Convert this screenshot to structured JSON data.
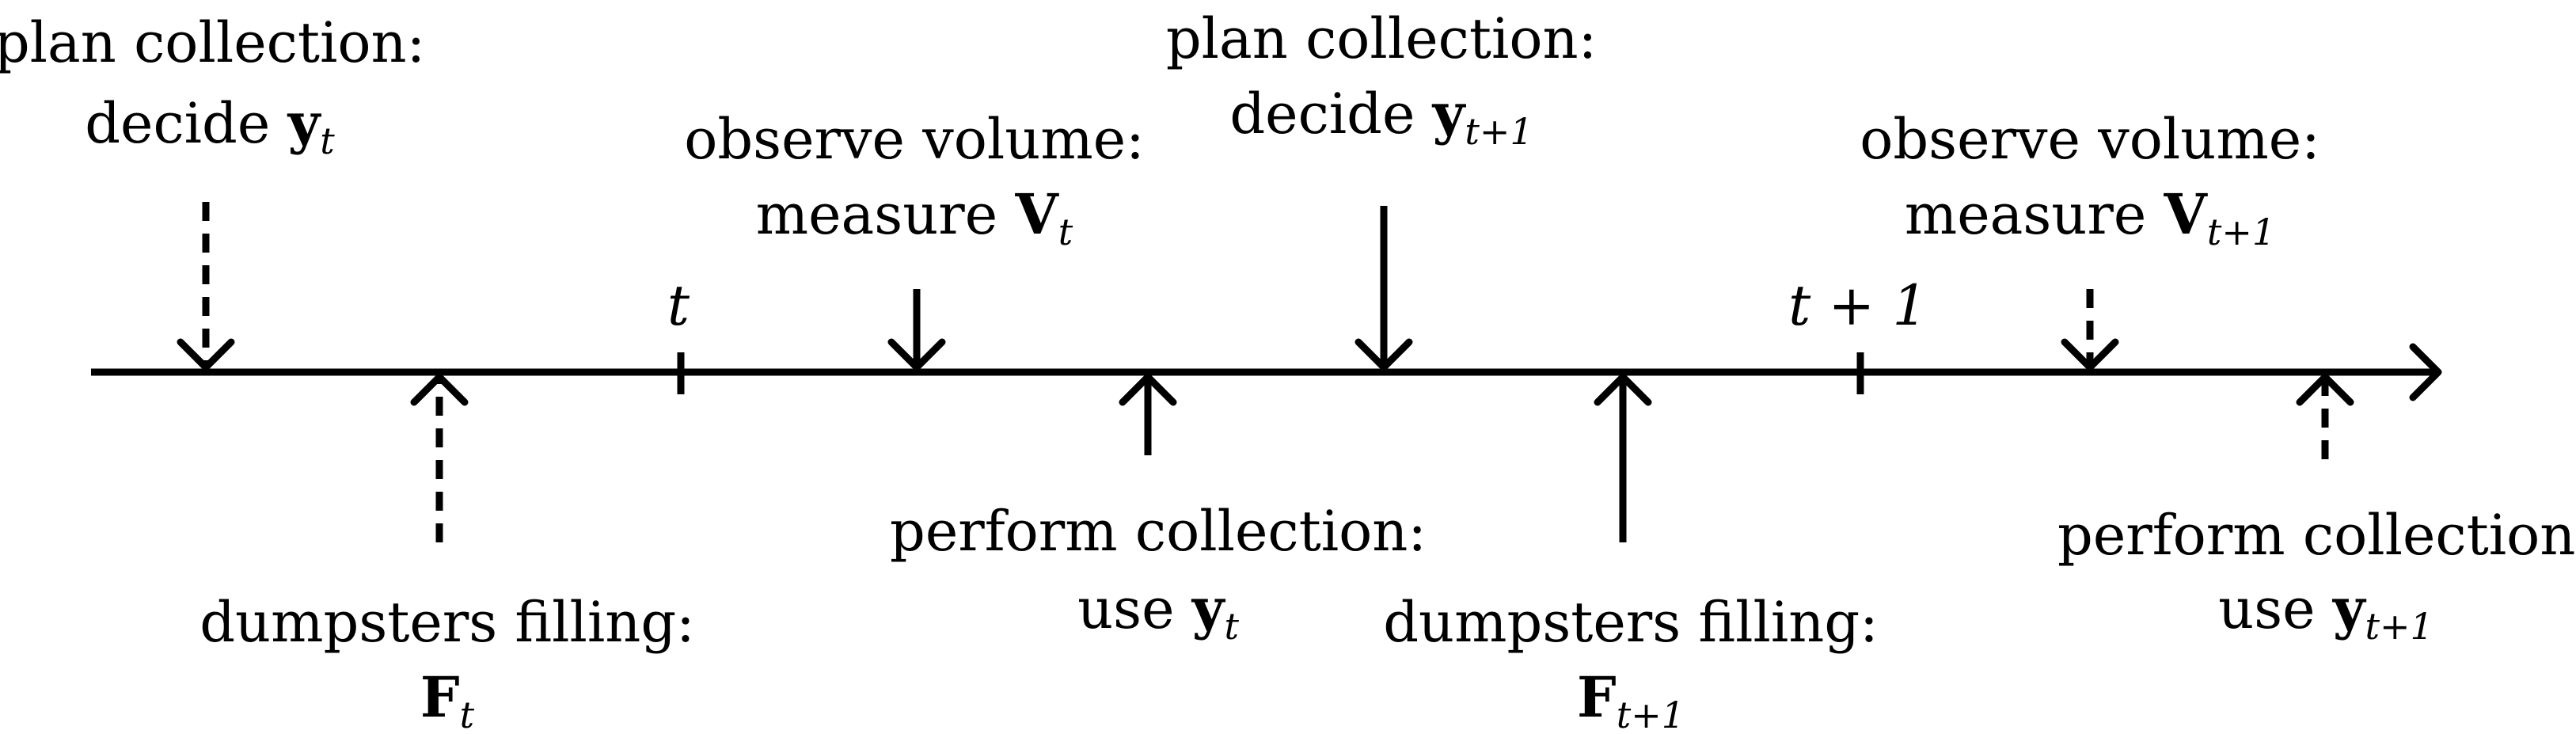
{
  "timeline": {
    "ticks": [
      {
        "label": "t"
      },
      {
        "label": "t + 1"
      }
    ]
  },
  "events": [
    {
      "id": "plan-t",
      "line1": "plan collection:",
      "line2_prefix": "decide ",
      "var": "y",
      "sub": "t",
      "style": "dashed",
      "side": "above"
    },
    {
      "id": "fill-t",
      "line1": "dumpsters filling:",
      "line2_prefix": "",
      "var": "F",
      "sub": "t",
      "style": "dashed",
      "side": "below"
    },
    {
      "id": "observe-t",
      "line1": "observe volume:",
      "line2_prefix": "measure ",
      "var": "V",
      "sub": "t",
      "style": "solid",
      "side": "above"
    },
    {
      "id": "perform-t",
      "line1": "perform collection:",
      "line2_prefix": "use ",
      "var": "y",
      "sub": "t",
      "style": "solid",
      "side": "below"
    },
    {
      "id": "plan-t1",
      "line1": "plan collection:",
      "line2_prefix": "decide ",
      "var": "y",
      "sub": "t+1",
      "style": "solid",
      "side": "above"
    },
    {
      "id": "fill-t1",
      "line1": "dumpsters filling:",
      "line2_prefix": "",
      "var": "F",
      "sub": "t+1",
      "style": "solid",
      "side": "below"
    },
    {
      "id": "observe-t1",
      "line1": "observe volume:",
      "line2_prefix": "measure ",
      "var": "V",
      "sub": "t+1",
      "style": "dashed",
      "side": "above"
    },
    {
      "id": "perform-t1",
      "line1": "perform collection:",
      "line2_prefix": "use ",
      "var": "y",
      "sub": "t+1",
      "style": "dashed",
      "side": "below"
    }
  ]
}
